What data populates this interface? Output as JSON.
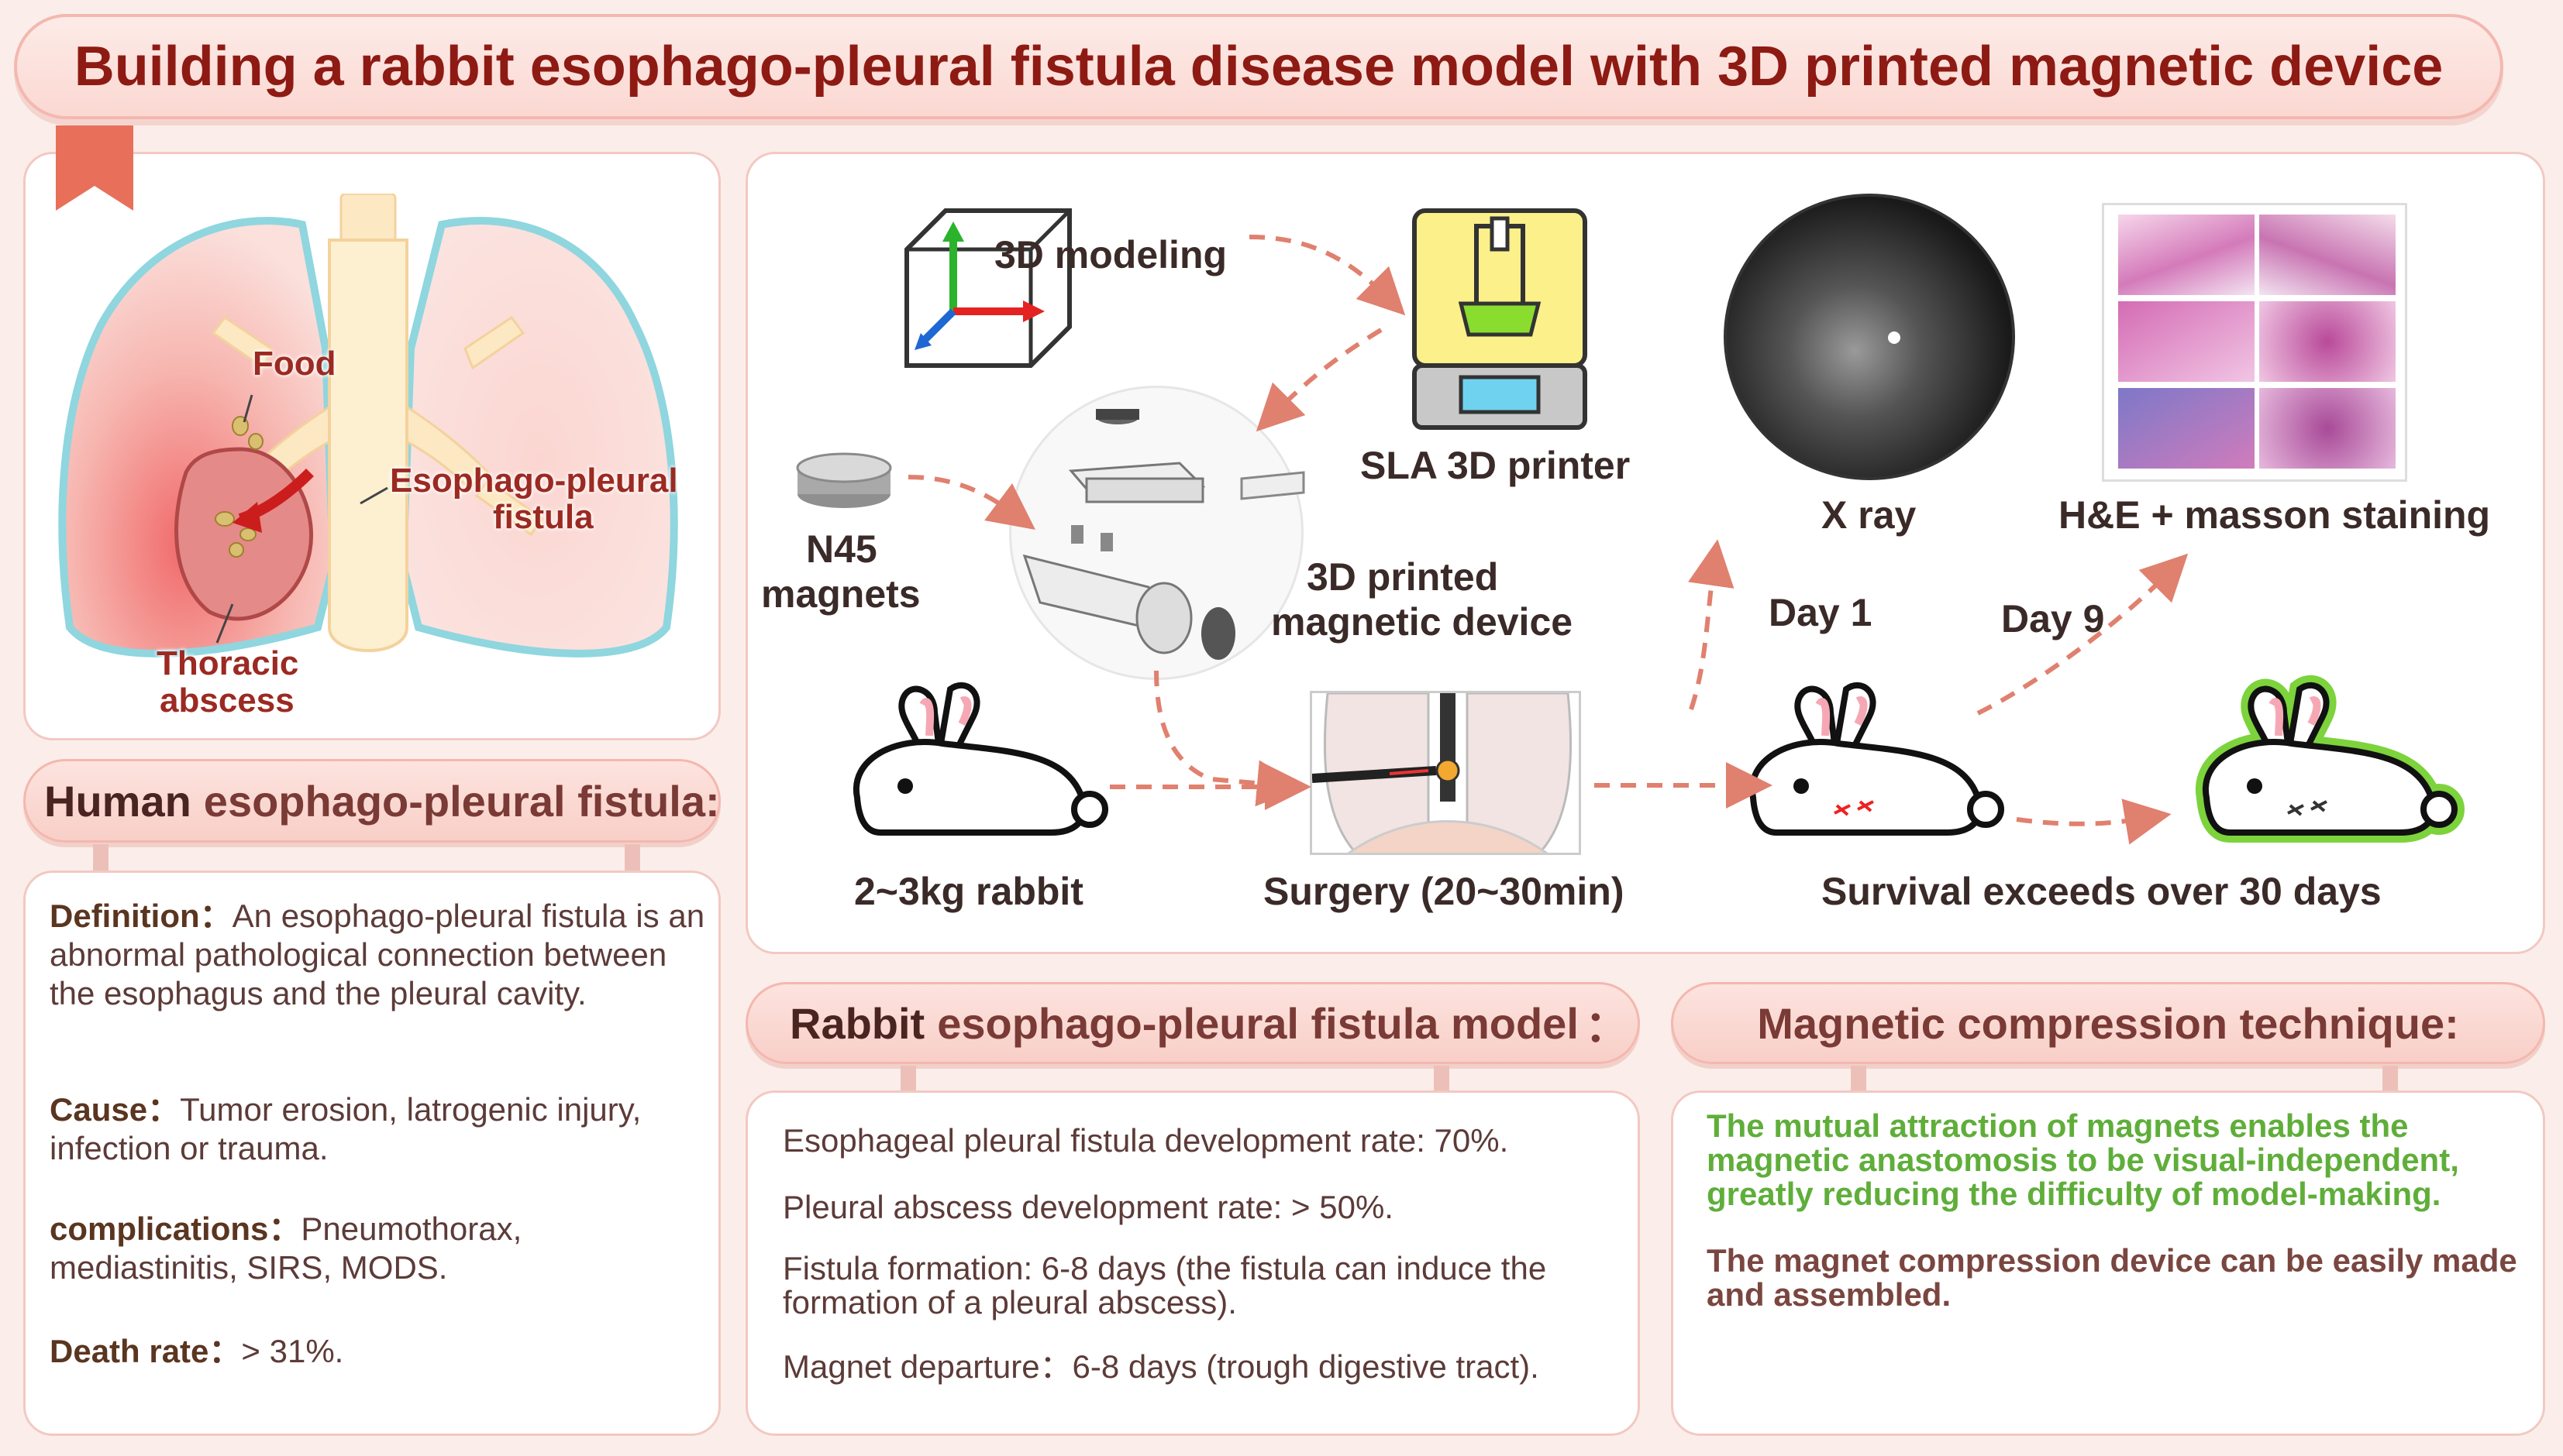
{
  "title": "Building a rabbit esophago-pleural fistula disease model with 3D printed magnetic device",
  "illustration": {
    "food": "Food",
    "fistula_line1": "Esophago-pleural",
    "fistula_line2": "fistula",
    "abscess_line1": "Thoracic",
    "abscess_line2": "abscess"
  },
  "human": {
    "header_bold": "Human",
    "header_rest": "esophago-pleural fistula:",
    "definition_label": "Definition",
    "definition_sep": "：",
    "definition_text": "An esophago-pleural fistula is an abnormal pathological connection between the esophagus and the pleural cavity.",
    "cause_label": "Cause",
    "cause_sep": "：",
    "cause_text": "Tumor erosion, latrogenic injury, infection or trauma.",
    "complications_label": "complications",
    "complications_sep": "：",
    "complications_text": "Pneumothorax, mediastinitis, SIRS, MODS.",
    "death_label": "Death rate",
    "death_sep": "：",
    "death_text": "> 31%."
  },
  "workflow": {
    "modeling": "3D modeling",
    "printer": "SLA 3D printer",
    "magnets_line1": "N45",
    "magnets_line2": "magnets",
    "device_line1": "3D printed",
    "device_line2": "magnetic device",
    "rabbit": "2~3kg rabbit",
    "surgery": "Surgery (20~30min)",
    "survival": "Survival exceeds over 30 days",
    "xray": "X ray",
    "staining": "H&E + masson staining",
    "day1": "Day 1",
    "day9": "Day 9"
  },
  "rabbit_model": {
    "header_bold": "Rabbit",
    "header_rest": "esophago-pleural fistula model",
    "header_sep": "：",
    "items": [
      "Esophageal pleural fistula development rate: 70%.",
      "Pleural abscess development rate: > 50%.",
      "Fistula formation: 6-8 days (the fistula can induce the formation of a pleural abscess).",
      "Magnet departure：6-8 days (trough digestive tract)."
    ]
  },
  "magnetic": {
    "header": "Magnetic compression technique:",
    "green_text": "The mutual attraction of magnets enables the magnetic anastomosis to be visual-independent, greatly reducing the difficulty of model-making.",
    "plain_text": "The magnet compression device can be easily made and assembled."
  },
  "colors": {
    "title": "#8e1a14",
    "accent_pink": "#f4b7ae",
    "green_text": "#5fae3a",
    "arrow": "#e0806e"
  }
}
